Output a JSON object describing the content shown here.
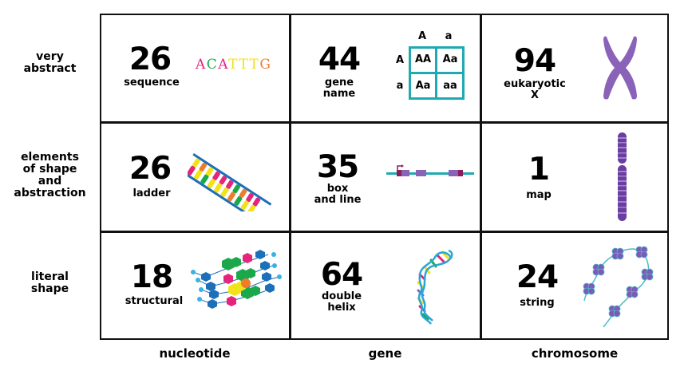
{
  "row_labels": [
    {
      "lines": [
        "very",
        "abstract"
      ]
    },
    {
      "lines": [
        "elements",
        "of shape",
        "and",
        "abstraction"
      ]
    },
    {
      "lines": [
        "literal",
        "shape"
      ]
    }
  ],
  "column_labels": [
    "nucleotide",
    "gene",
    "chromosome"
  ],
  "cells": {
    "very_abstract": {
      "nucleotide": {
        "count": "26",
        "name_lines": [
          "sequence"
        ],
        "art": "sequence-text",
        "sequence": [
          {
            "letter": "A",
            "color": "#e5247b"
          },
          {
            "letter": "C",
            "color": "#1aa84b"
          },
          {
            "letter": "A",
            "color": "#e5247b"
          },
          {
            "letter": "T",
            "color": "#f2e21a"
          },
          {
            "letter": "T",
            "color": "#f2e21a"
          },
          {
            "letter": "T",
            "color": "#f2e21a"
          },
          {
            "letter": "G",
            "color": "#ee7c2e"
          }
        ]
      },
      "gene": {
        "count": "44",
        "name_lines": [
          "gene",
          "name"
        ],
        "art": "punnett-square",
        "punnett": {
          "col_headers": [
            "A",
            "a"
          ],
          "row_headers": [
            "A",
            "a"
          ],
          "cells": [
            [
              "AA",
              "Aa"
            ],
            [
              "Aa",
              "aa"
            ]
          ],
          "border_color": "#1fa9b2"
        }
      },
      "chromosome": {
        "count": "94",
        "name_lines": [
          "eukaryotic",
          "X"
        ],
        "art": "x-chromosome",
        "color": "#8a63b8"
      }
    },
    "elements": {
      "nucleotide": {
        "count": "26",
        "name_lines": [
          "ladder"
        ],
        "art": "dna-ladder"
      },
      "gene": {
        "count": "35",
        "name_lines": [
          "box",
          "and line"
        ],
        "art": "box-and-line-gene"
      },
      "chromosome": {
        "count": "1",
        "name_lines": [
          "map"
        ],
        "art": "banded-chromosome-map"
      }
    },
    "literal": {
      "nucleotide": {
        "count": "18",
        "name_lines": [
          "structural"
        ],
        "art": "molecular-structure"
      },
      "gene": {
        "count": "64",
        "name_lines": [
          "double",
          "helix"
        ],
        "art": "double-helix"
      },
      "chromosome": {
        "count": "24",
        "name_lines": [
          "string"
        ],
        "art": "nucleosome-string"
      }
    }
  },
  "colors": {
    "grid_line": "#111111",
    "teal": "#1fa9b2",
    "purple": "#8a63b8",
    "dark_purple": "#6a3da0",
    "magenta": "#e5247b",
    "green": "#1aa84b",
    "yellow": "#f2e21a",
    "orange": "#ee7c2e",
    "blue": "#1d6fb8"
  }
}
